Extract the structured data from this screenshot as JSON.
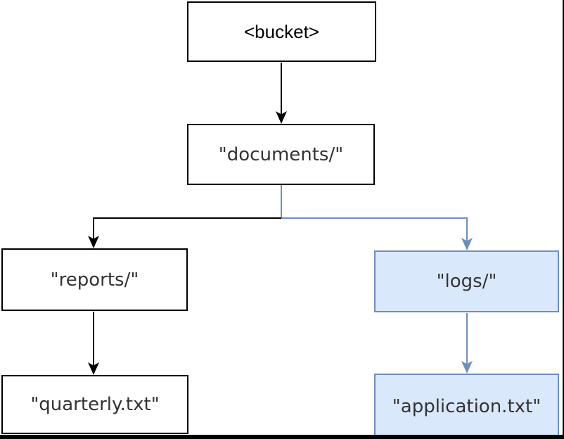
{
  "diagram": {
    "type": "tree",
    "description": "S3 bucket prefix hierarchy with highlighted logs path",
    "nodes": [
      {
        "id": "bucket",
        "label": "<bucket>",
        "style": "plain"
      },
      {
        "id": "documents",
        "label": "\"documents/\"",
        "style": "plain"
      },
      {
        "id": "reports",
        "label": "\"reports/\"",
        "style": "plain"
      },
      {
        "id": "logs",
        "label": "\"logs/\"",
        "style": "highlighted"
      },
      {
        "id": "quarterly",
        "label": "\"quarterly.txt\"",
        "style": "plain"
      },
      {
        "id": "application",
        "label": "\"application.txt\"",
        "style": "highlighted"
      }
    ],
    "edges": [
      {
        "from": "bucket",
        "to": "documents",
        "color": "black"
      },
      {
        "from": "documents",
        "to": "reports",
        "color": "black"
      },
      {
        "from": "documents",
        "to": "logs",
        "color": "blue"
      },
      {
        "from": "reports",
        "to": "quarterly",
        "color": "black"
      },
      {
        "from": "logs",
        "to": "application",
        "color": "blue"
      }
    ]
  },
  "colors": {
    "highlight_fill": "#dae8fc",
    "highlight_stroke": "#6c8ebf",
    "edge_blue": "#6c8ebf",
    "edge_black": "#000000",
    "node_fill": "#ffffff",
    "node_stroke": "#000000",
    "label_text": "#333333",
    "bucket_text": "#000000",
    "page_edge": "#000000"
  }
}
